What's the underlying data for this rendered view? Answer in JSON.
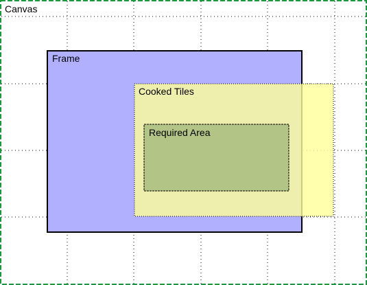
{
  "canvas": {
    "label": "Canvas",
    "border_color": "#1a9a3a",
    "background": "#ffffff"
  },
  "grid": {
    "style": "dotted",
    "color": "#000000"
  },
  "frame": {
    "label": "Frame",
    "fill": "#b0b0ff",
    "stroke": "#000000"
  },
  "cooked_tiles": {
    "label": "Cooked Tiles",
    "fill": "#ffff99",
    "fill_opacity": 0.8,
    "stroke": "#000000"
  },
  "required_area": {
    "label": "Required Area",
    "fill": "#b3c487",
    "stroke": "#000000"
  }
}
